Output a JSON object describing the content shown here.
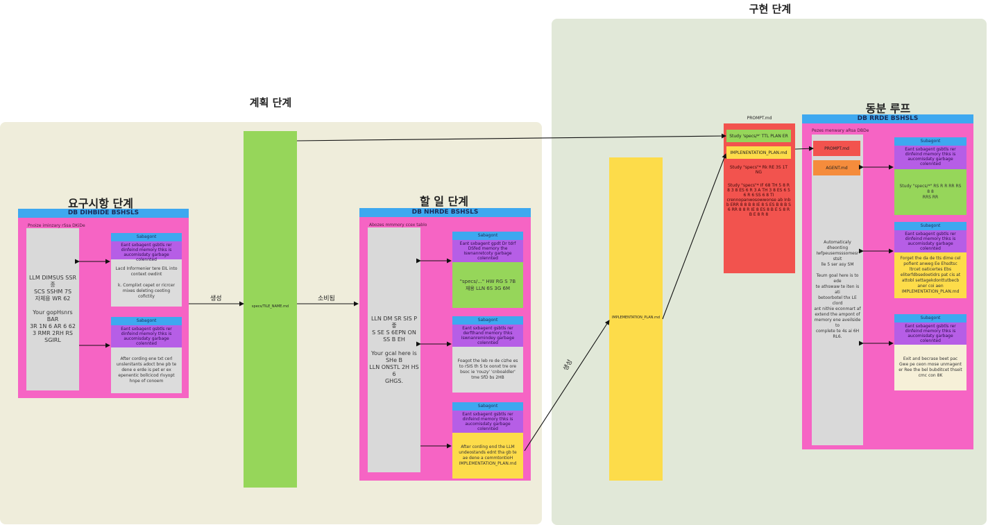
{
  "colors": {
    "pink": "#f664c4",
    "blue": "#3ea8f0",
    "purple": "#b65ee6",
    "green": "#96d65a",
    "yellow": "#fddc4a",
    "red": "#f2534e",
    "orange": "#f58c3c",
    "gray": "#d9d9d9"
  },
  "regions": {
    "implementation_title": "구현 단계",
    "planning_title": "계획 단계"
  },
  "requirements": {
    "title": "요구시항 단계",
    "bar": "DB DIHBIDE BSHSLS",
    "caption": "Pnoize iminzary rSsa DKiDe",
    "context": "LLM DIMSUS SSR 종\nSCS SSHM 7S\n자체용 WR 62\n\nYour gopHsnrs BAR\n3R 1N 6 AR 6 62\n3 RMR 2RH RS\nSGIRL",
    "sub1": {
      "head": "Sabagont",
      "purple": "Eant sxbagent gsbtls rer dinfeind memory thks is aucomisdaty garbage colennted",
      "note": "Lacd Informenier tere EIL into context owdint\n\nk. Complixt cepet or ricrcer mixes deleting ceoting cofictity"
    },
    "sub2": {
      "head": "Sabagont",
      "purple": "Eant sxbagent gsbtls rer dinfeind memory thks is aucomisdaty garbage colennted",
      "note": "After cording ene txt cerl unslenitants adoct bne pb te dene e erde is pet er ex epenentic bollcicod rlvyopt hnpe of conoem"
    }
  },
  "planning_bar": {
    "label": "specs/TILE_NAME.md",
    "edge_in": "생성",
    "edge_out": "소비됨"
  },
  "todo": {
    "title": "할 일 단계",
    "bar": "DB NHRDE BSHSLS",
    "caption": "Abozes mmmory ccex tablo",
    "context": "LLN DM SR SIS P 좋\nS SE S 6EPN ON\nSS B EH\n\nYour gcal here is SHe B\nLLN ONSTL 2H HS 6\nGHGS.",
    "sub1": {
      "head": "Sabagont",
      "purple": "Eant sxbagent gpdt Dr tdrf DSfed memory the Iswnanretcoty garbage colennted",
      "note": "\"specs/...\" HW RG S 7B\n재용 LLN 6S 3G 6M"
    },
    "sub2": {
      "head": "Sabagont",
      "purple": "Eant sxbagent gsbtls rer derfthand memory thks Iswnanremindey garbage colennted",
      "note": "Foagot the leb re de cizhe es to rSIS th S tx oonxt tre ore bsoc ie 'rouzy' 'cnboaldler' tme SfD bs 2HB"
    },
    "sub3": {
      "head": "Sabagont",
      "purple": "Eant sxbagent gsbtls rer dinfeind memory thks is aucomisdaty garbage colennted",
      "note": "After cording end the LLM undeostands ednt tha gb te ae dene a cemmtontioH IMPLEMENTATION_PLAN.md"
    }
  },
  "impl_bar": {
    "label": "IMPLEMENTATION_PLAN.md",
    "edge_in": "생성"
  },
  "red_block": {
    "header": "PROMPT.md",
    "green_line": "Study 'specs/*' TTL PLAN ER",
    "yellow_line": "IMPLENENTATION_PLAN.md",
    "line1": "Study \"specs\"* Rk RE 3S 1T NG",
    "text": "Study \"specs\"* IF 68 TH 5 8 R 8 3 8 ES 6 R 3 A TH 3 8 ES 6 5 6 R 6 SS 6 8 TI\ncrennopanwosowwonse ab Inb b ERR 8 8 B 8 IE 8 S ES B 8 B S 6 RR 8 8 R IE 8 ES 8 B E S 8 R B E 8 R 8"
  },
  "loop": {
    "title": "동분 루프",
    "bar": "DB RRDE BSHSLS",
    "caption": "Pezes menwary aRsa DBDe",
    "prompt_item": "PROMPT.md",
    "agent_item": "AGENT.md",
    "context": "Automaticaly dheonting\nIwfpeusemsssomesr stsit\nlle 5 ser asy SM\n\nTeum goal here is to ede\nte athswaw te iten is ati\nbetoorbotel thx LE clord\nant nithie econmart af\nextend the ampont of\nmemory ene aveilside to\ncomplete te 4s ai 6H\nRL6.",
    "sub1": {
      "head": "Subagont",
      "purple": "Eant sxbagent gsbtls rer dinfeind memory thks is aucomisdaty garbage colennted",
      "note": "Study \"specs/*\" RS R R RR RS 8 8\nRRS RR"
    },
    "sub2": {
      "head": "Subagont",
      "purple": "Eant sxbagent gsbtls rer dinfeind memory thks is aucomisdaty garbage colennted",
      "note": "Forget the da de tts dime cel pofient anweg Ee Ehsdtsc ltrcet oaticertes Ebs eliterfdbsedoetidrs pat cis at attobl settagekdonttutbecb aner coi aen IMPLEMENTATION_PLAN.md"
    },
    "sub3": {
      "head": "Subagont",
      "purple": "Eant sxbagent gsbtls rer dinfeind memory thks is aucomisdaty garbage colennted",
      "note": "Exit and becrase beet pac Gwe pe ceon mose unmagent er Ree the bel bubditcet thseit cmc con 8K"
    }
  }
}
